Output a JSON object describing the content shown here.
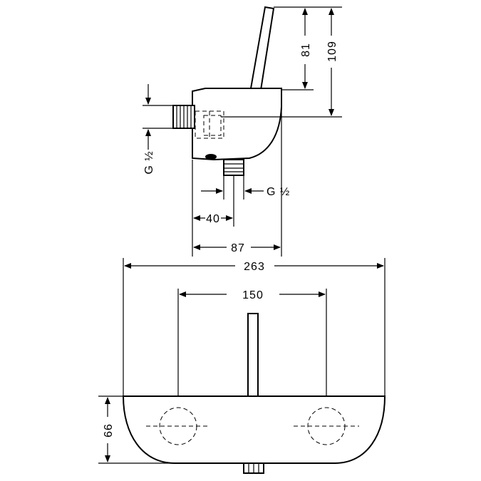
{
  "dimensions": {
    "height_lever": "81",
    "height_total": "109",
    "thread_side": "G ½",
    "thread_bottom": "G ½",
    "offset_outlet": "40",
    "depth": "87",
    "width_total": "263",
    "center_distance": "150",
    "height_body": "66"
  }
}
